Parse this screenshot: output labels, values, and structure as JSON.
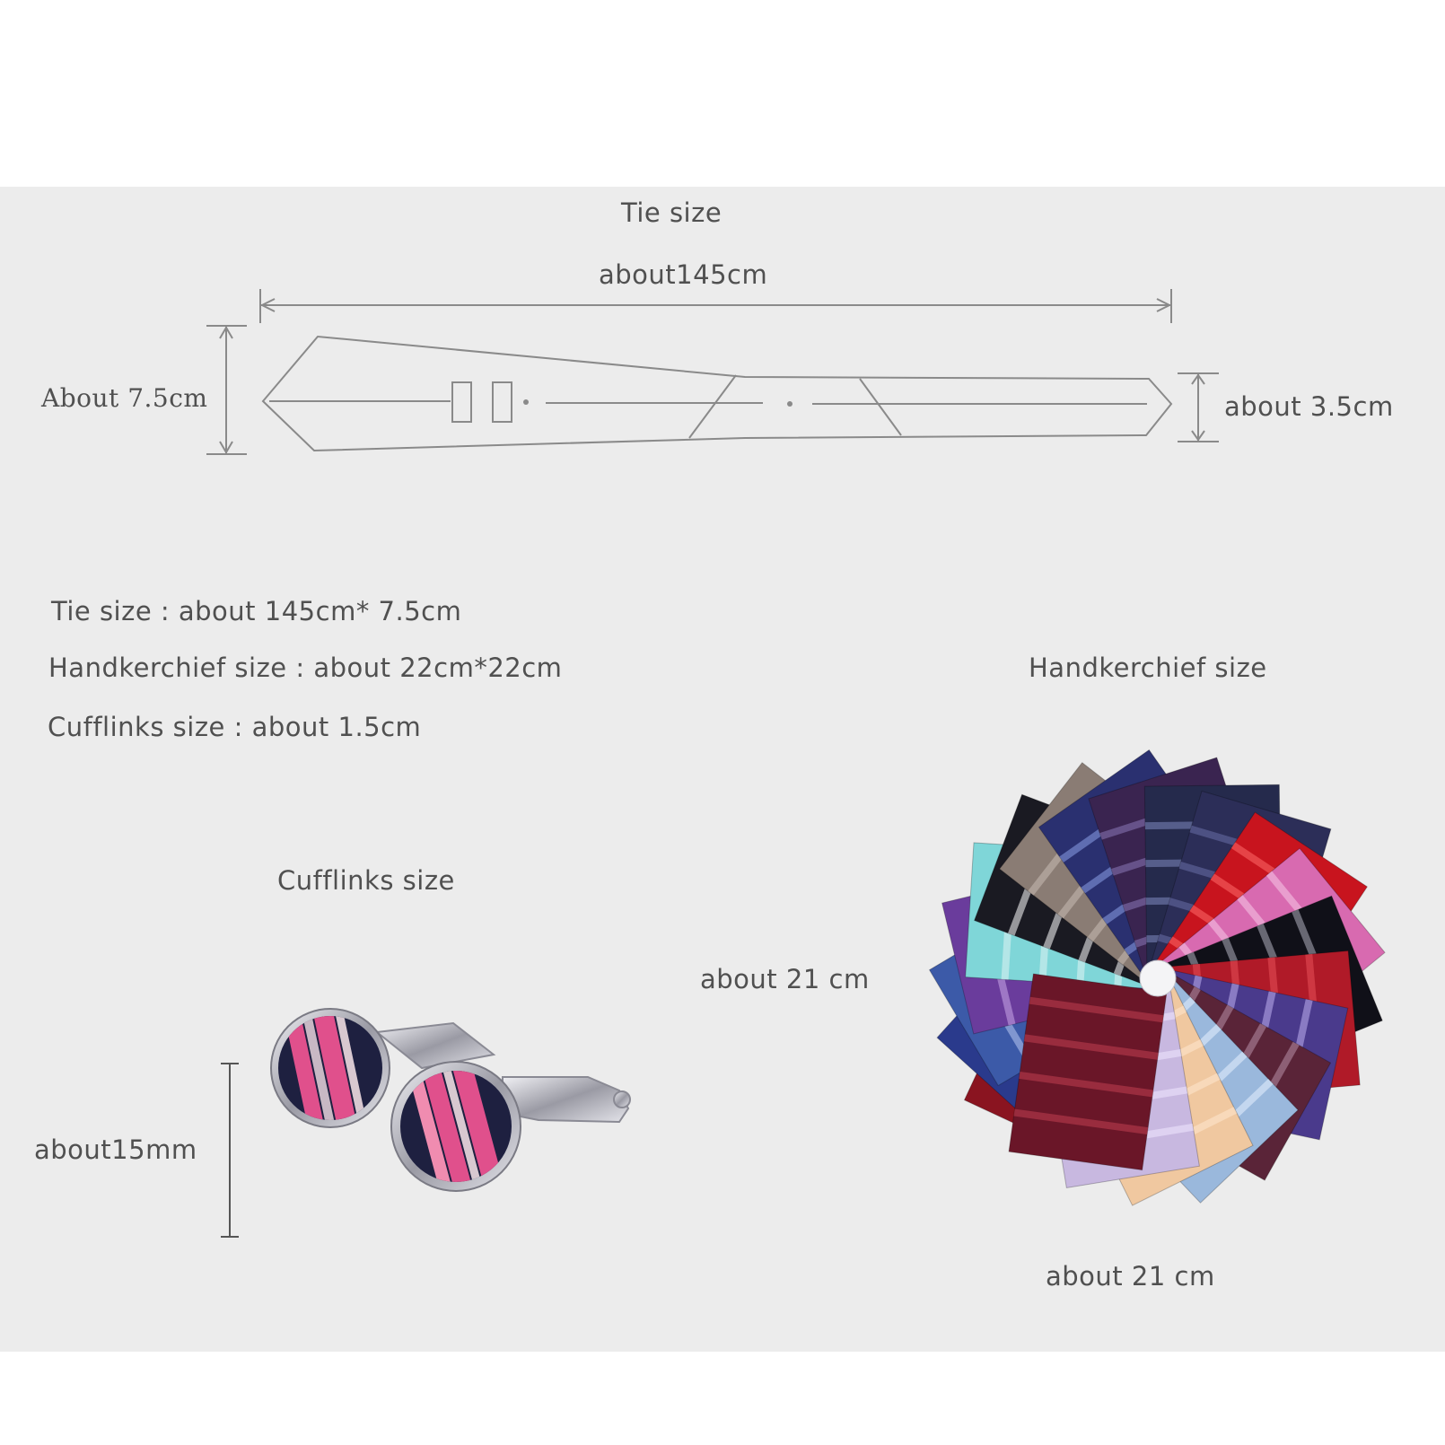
{
  "tie": {
    "title": "Tie size",
    "length_label": "about145cm",
    "width_label": "About 7.5cm",
    "tip_label": "about 3.5cm"
  },
  "specs": [
    "Tie size : about 145cm* 7.5cm",
    "Handkerchief size : about 22cm*22cm",
    "Cufflinks size : about 1.5cm"
  ],
  "cufflinks": {
    "title": "Cufflinks size",
    "height_label": "about15mm"
  },
  "handkerchief": {
    "title": "Handkerchief size",
    "side_label": "about 21 cm",
    "bottom_label": "about 21 cm"
  },
  "colors": {
    "panel": "#ececec",
    "outline": "#8a8a8a",
    "cufflink_pink": "#e0508c",
    "cufflink_navy": "#1e2040",
    "chrome": "#c8c8d0"
  }
}
